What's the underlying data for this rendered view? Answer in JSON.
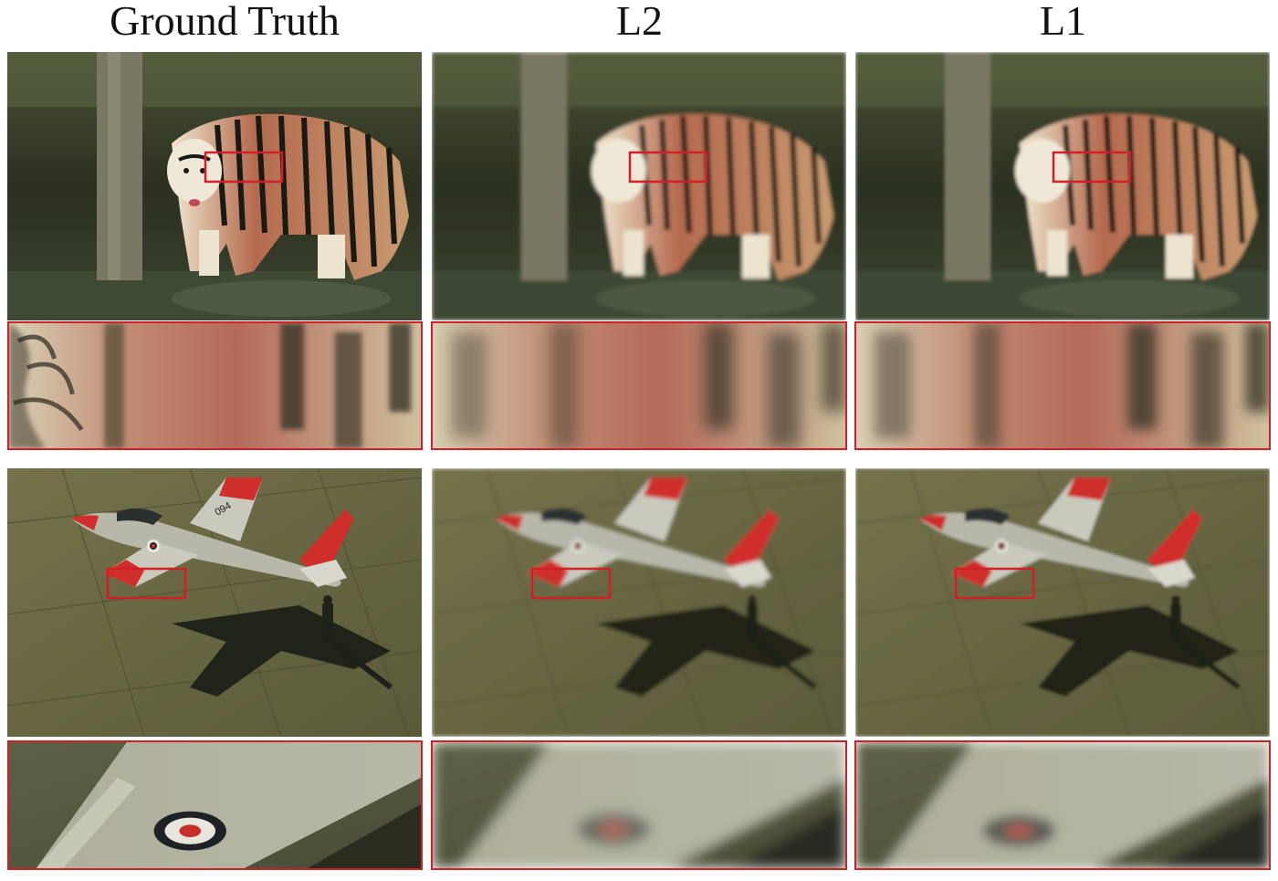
{
  "columns": [
    {
      "title": "Ground Truth"
    },
    {
      "title": "L2"
    },
    {
      "title": "L1"
    }
  ],
  "rows": [
    {
      "scene": "tiger",
      "inset_description": "zoomed crop of tiger's flank"
    },
    {
      "scene": "jet aircraft",
      "inset_description": "zoomed crop of roundel on wing"
    }
  ],
  "aircraft_marking": "094",
  "colors": {
    "highlight_box": "#d21f26"
  }
}
